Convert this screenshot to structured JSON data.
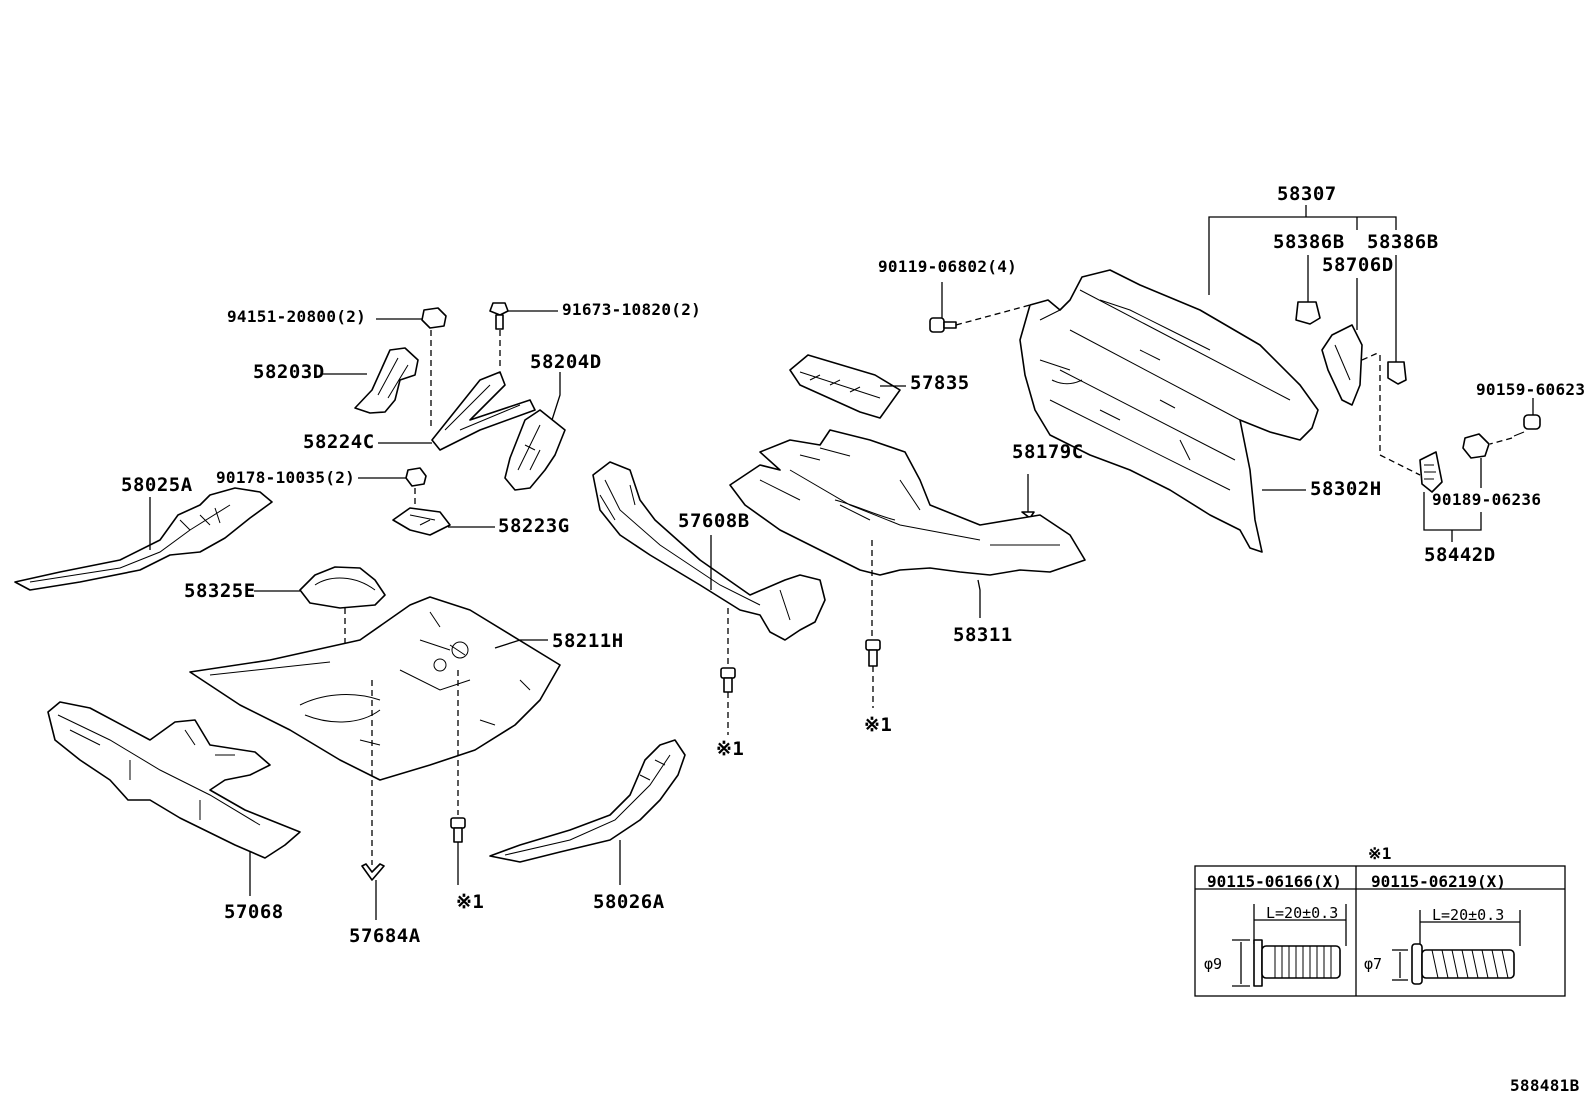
{
  "diagram_id": "588481B",
  "callouts": {
    "c58307": "58307",
    "c58386B_a": "58386B",
    "c58386B_b": "58386B",
    "c58706D": "58706D",
    "c90119": "90119-06802(4)",
    "c94151": "94151-20800(2)",
    "c91673": "91673-10820(2)",
    "c58203D": "58203D",
    "c58204D": "58204D",
    "c58224C": "58224C",
    "c90178": "90178-10035(2)",
    "c58025A": "58025A",
    "c58223G": "58223G",
    "c57835": "57835",
    "c58179C": "58179C",
    "c58302H": "58302H",
    "c90159": "90159-60623",
    "c90189": "90189-06236",
    "c58442D": "58442D",
    "c57608B": "57608B",
    "c58325E": "58325E",
    "c58211H": "58211H",
    "c58311": "58311",
    "c57068": "57068",
    "c57684A": "57684A",
    "c58026A": "58026A",
    "note1_a": "※1",
    "note1_b": "※1",
    "note1_c": "※1"
  },
  "reference_table": {
    "title": "※1",
    "col1_part": "90115-06166(X)",
    "col2_part": "90115-06219(X)",
    "col1_length": "L=20±0.3",
    "col2_length": "L=20±0.3",
    "col1_diameter": "φ9",
    "col2_diameter": "φ7"
  }
}
